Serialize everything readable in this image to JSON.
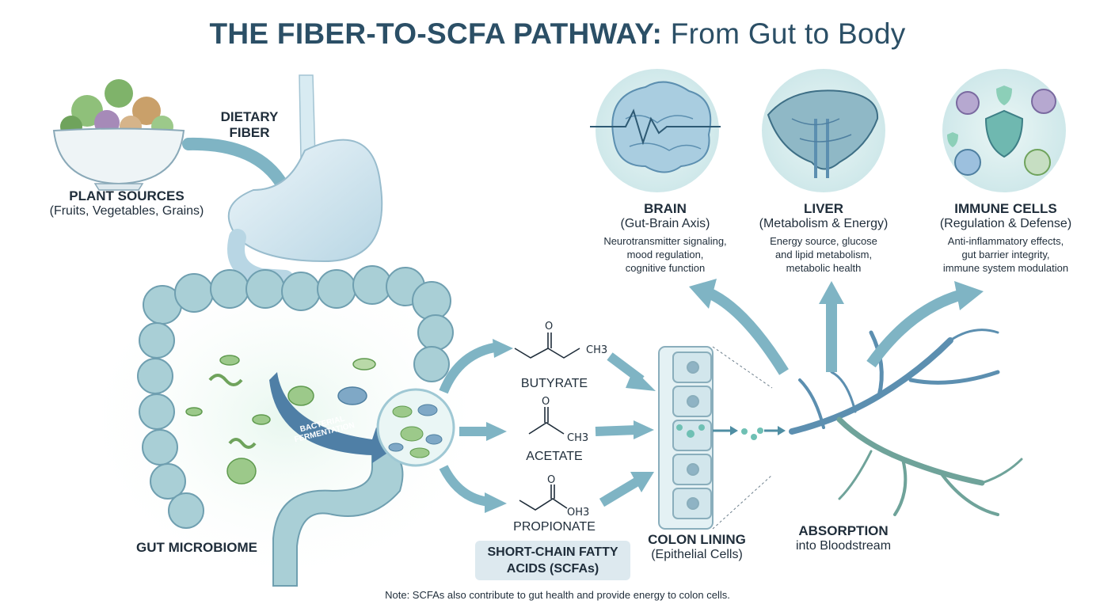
{
  "title": {
    "bold": "THE FIBER-TO-SCFA PATHWAY:",
    "light": "From Gut to Body"
  },
  "inputs": {
    "dietary_fiber": [
      "DIETARY",
      "FIBER"
    ],
    "plant_sources": {
      "title": "PLANT SOURCES",
      "subtitle": "(Fruits, Vegetables, Grains)"
    }
  },
  "gut": {
    "microbiome_label": "GUT MICROBIOME",
    "fermentation_label": [
      "BACTERIAL",
      "FERMENTATION"
    ]
  },
  "scfas": {
    "items": [
      {
        "name": "BUTYRATE",
        "group": "CH3",
        "oxygen": "O"
      },
      {
        "name": "ACETATE",
        "group": "CH3",
        "oxygen": "O"
      },
      {
        "name": "PROPIONATE",
        "group": "OH3",
        "oxygen": "O"
      }
    ],
    "box_label": [
      "SHORT-CHAIN FATTY",
      "ACIDS (SCFAs)"
    ]
  },
  "colon_lining": {
    "title": "COLON LINING",
    "subtitle": "(Epithelial Cells)"
  },
  "absorption": {
    "title": "ABSORPTION",
    "subtitle": "into Bloodstream"
  },
  "targets": {
    "brain": {
      "title": "BRAIN",
      "subtitle": "(Gut-Brain Axis)",
      "description": [
        "Neurotransmitter signaling,",
        "mood regulation,",
        "cognitive function"
      ]
    },
    "liver": {
      "title": "LIVER",
      "subtitle": "(Metabolism & Energy)",
      "description": [
        "Energy source, glucose",
        "and lipid metabolism,",
        "metabolic health"
      ]
    },
    "immune": {
      "title": "IMMUNE CELLS",
      "subtitle": "(Regulation & Defense)",
      "description": [
        "Anti-inflammatory effects,",
        "gut barrier integrity,",
        "immune system modulation"
      ]
    }
  },
  "note": "Note: SCFAs also contribute to gut health and provide energy to colon cells.",
  "colors": {
    "title": "#2b4f66",
    "arrow": "#7fb4c4",
    "arrow_stroke": "#4f8ea3",
    "gut": "#a9cfd6",
    "bacteria": "#9cc98a",
    "vessel": "#5c8fb0",
    "scfa_box": "#dde9ef"
  }
}
